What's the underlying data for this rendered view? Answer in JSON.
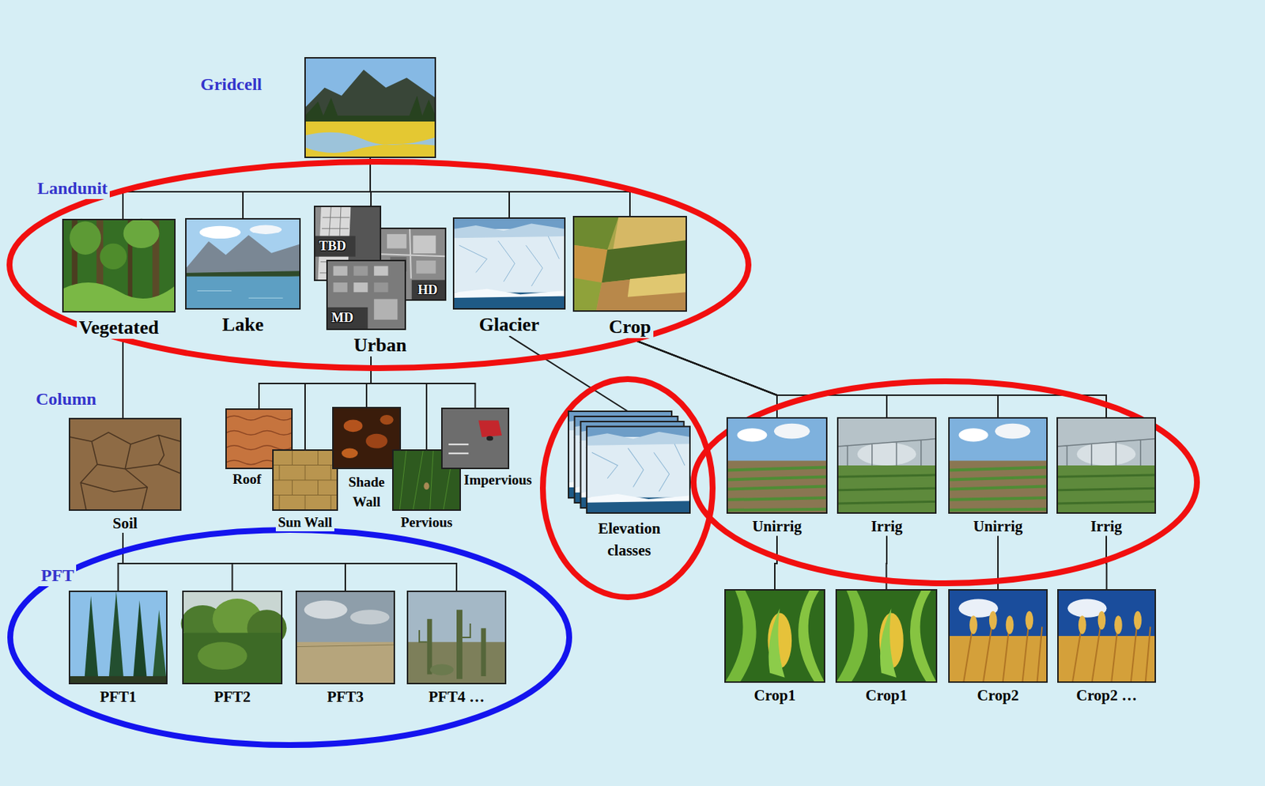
{
  "diagram": {
    "nodes": [
      {
        "text": [
          "Gridcell"
        ]
      },
      {
        "text": [
          "Vegetated"
        ]
      },
      {
        "text": [
          "Lake"
        ]
      },
      {
        "text": [
          "Urban"
        ]
      },
      {
        "text": [
          "TBD"
        ],
        "in": 3
      },
      {
        "text": [
          "HD"
        ],
        "in": 3
      },
      {
        "text": [
          "MD"
        ],
        "in": 3
      },
      {
        "text": [
          "Glacier"
        ]
      },
      {
        "text": [
          "Crop"
        ]
      },
      {
        "text": [
          "Soil"
        ]
      },
      {
        "text": [
          "Roof"
        ]
      },
      {
        "text": [
          "Sun Wall"
        ]
      },
      {
        "text": [
          "Shade Wall"
        ]
      },
      {
        "text": [
          "Pervious"
        ]
      },
      {
        "text": [
          "Impervious"
        ]
      },
      {
        "text": [
          "Elevation classes"
        ]
      },
      {
        "text": [
          "Unirrig"
        ]
      },
      {
        "text": [
          "Irrig"
        ]
      },
      {
        "text": [
          "Unirrig"
        ]
      },
      {
        "text": [
          "Irrig"
        ]
      },
      {
        "text": [
          "PFT1"
        ]
      },
      {
        "text": [
          "PFT2"
        ]
      },
      {
        "text": [
          "PFT3"
        ]
      },
      {
        "text": [
          "PFT4 …"
        ]
      },
      {
        "text": [
          "Crop1"
        ]
      },
      {
        "text": [
          "Crop1"
        ]
      },
      {
        "text": [
          "Crop2"
        ]
      },
      {
        "text": [
          "Crop2 …"
        ]
      }
    ],
    "edges": [
      {
        "from": 0,
        "to": 1,
        "arrow": "none"
      },
      {
        "from": 0,
        "to": 2,
        "arrow": "none"
      },
      {
        "from": 0,
        "to": 3,
        "arrow": "none"
      },
      {
        "from": 0,
        "to": 7,
        "arrow": "none"
      },
      {
        "from": 0,
        "to": 8,
        "arrow": "none"
      },
      {
        "from": 1,
        "to": 9,
        "arrow": "none"
      },
      {
        "from": 3,
        "to": 10,
        "arrow": "none"
      },
      {
        "from": 3,
        "to": 11,
        "arrow": "none"
      },
      {
        "from": 3,
        "to": 12,
        "arrow": "none"
      },
      {
        "from": 3,
        "to": 13,
        "arrow": "none"
      },
      {
        "from": 3,
        "to": 14,
        "arrow": "none"
      },
      {
        "from": 7,
        "to": 15,
        "arrow": "none"
      },
      {
        "from": 8,
        "to": 16,
        "arrow": "none"
      },
      {
        "from": 8,
        "to": 17,
        "arrow": "none"
      },
      {
        "from": 8,
        "to": 18,
        "arrow": "none"
      },
      {
        "from": 8,
        "to": 19,
        "arrow": "none"
      },
      {
        "from": 9,
        "to": 20,
        "arrow": "none"
      },
      {
        "from": 9,
        "to": 21,
        "arrow": "none"
      },
      {
        "from": 9,
        "to": 22,
        "arrow": "none"
      },
      {
        "from": 9,
        "to": 23,
        "arrow": "none"
      },
      {
        "from": 16,
        "to": 24,
        "arrow": "none"
      },
      {
        "from": 17,
        "to": 25,
        "arrow": "none"
      },
      {
        "from": 18,
        "to": 26,
        "arrow": "none"
      },
      {
        "from": 19,
        "to": 27,
        "arrow": "none"
      }
    ],
    "labels": [
      "Landunit",
      "Column",
      "PFT"
    ]
  }
}
